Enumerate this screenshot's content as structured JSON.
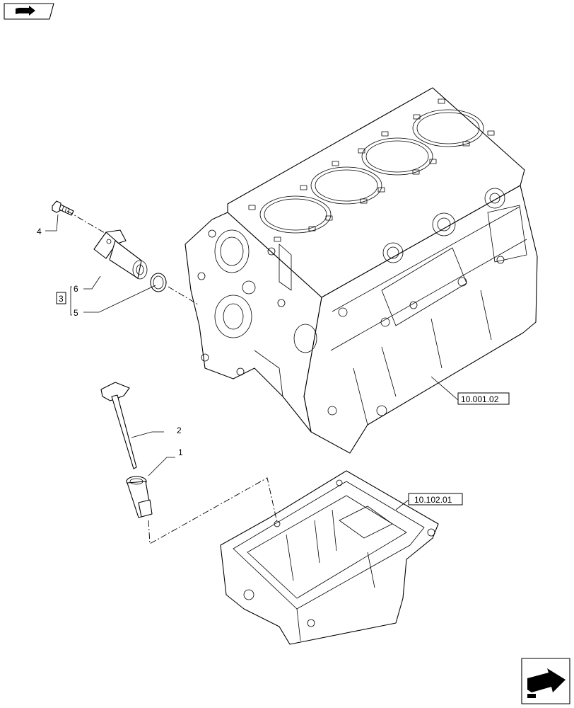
{
  "callouts": {
    "c1": "1",
    "c2": "2",
    "c3": "3",
    "c4": "4",
    "c5": "5",
    "c6": "6"
  },
  "references": {
    "engine_block": "10.001.02",
    "oil_pan": "10.102.01"
  },
  "icons": {
    "top_left": "book-arrow-icon",
    "bottom_right": "next-page-arrow-icon"
  }
}
